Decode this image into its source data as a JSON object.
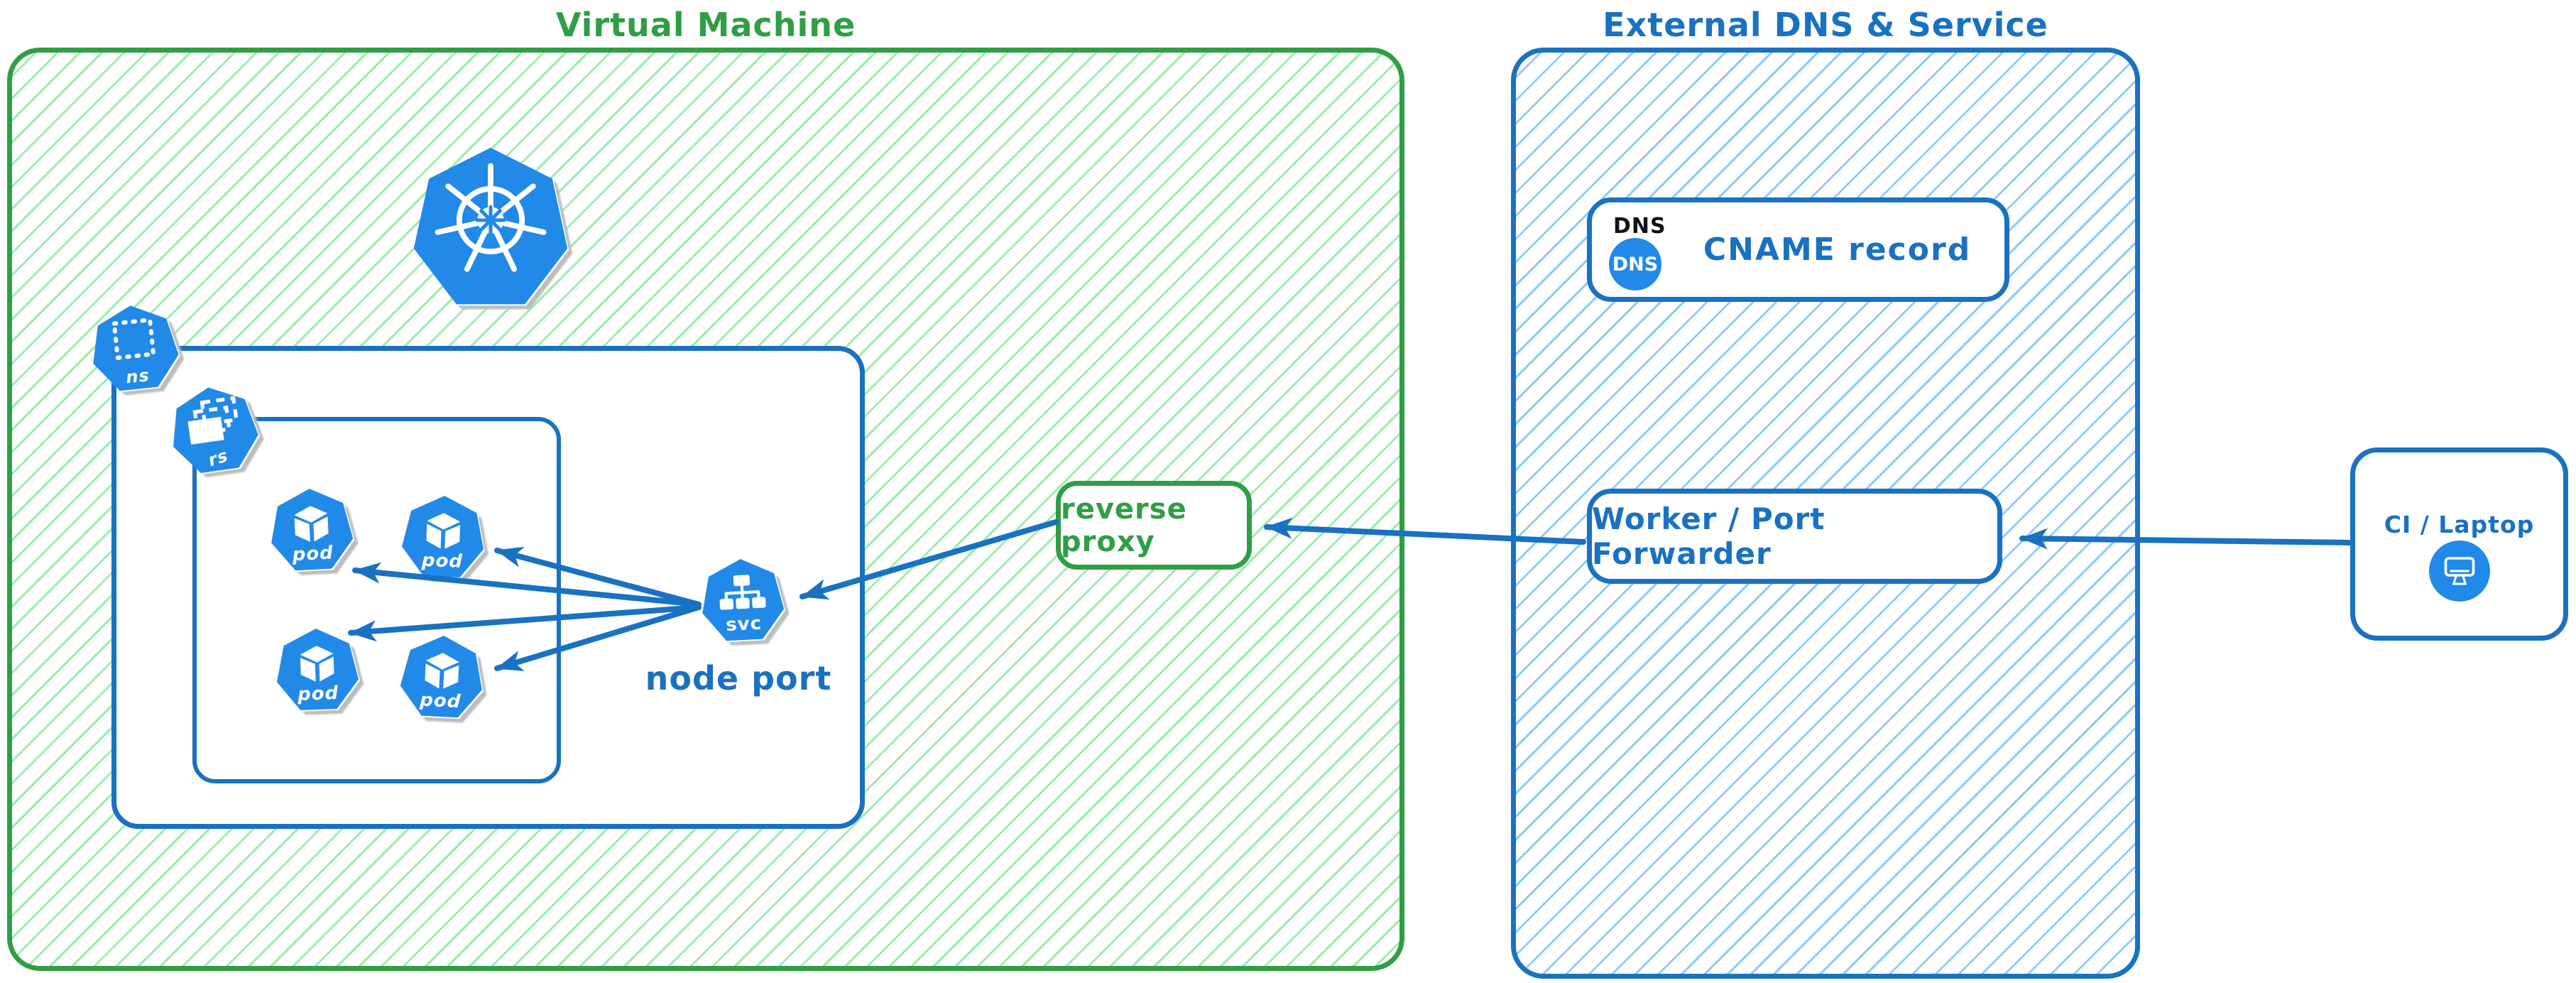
{
  "regions": {
    "virtual_machine": {
      "title": "Virtual Machine",
      "border_color": "#2f9e44",
      "hatch_color": "#8ce99a"
    },
    "external_dns": {
      "title": "External DNS & Service",
      "border_color": "#1971c2",
      "hatch_color": "#82c5fb"
    }
  },
  "kubernetes": {
    "namespace_label": "ns",
    "replicaset_label": "rs",
    "pod_label": "pod",
    "pod_count": 4,
    "service_label": "svc",
    "node_port_caption": "node port",
    "logo": "kubernetes-wheel"
  },
  "reverse_proxy": {
    "label": "reverse proxy",
    "color": "#2f9e44"
  },
  "dns_card": {
    "corner_label": "DNS",
    "badge_label": "DNS",
    "record_text": "CNAME record"
  },
  "worker_card": {
    "label": "Worker / Port Forwarder"
  },
  "ci_card": {
    "label": "CI / Laptop",
    "icon": "monitor-icon"
  },
  "arrows": [
    {
      "from": "ci-laptop",
      "to": "worker-port-forwarder"
    },
    {
      "from": "worker-port-forwarder",
      "to": "reverse-proxy"
    },
    {
      "from": "reverse-proxy",
      "to": "node-port-service"
    },
    {
      "from": "node-port-service",
      "to": "pod-1"
    },
    {
      "from": "node-port-service",
      "to": "pod-2"
    },
    {
      "from": "node-port-service",
      "to": "pod-3"
    },
    {
      "from": "node-port-service",
      "to": "pod-4"
    }
  ],
  "colors": {
    "green": "#2f9e44",
    "blue": "#1971c2",
    "icon_blue": "#2189e8",
    "black": "#111111"
  }
}
